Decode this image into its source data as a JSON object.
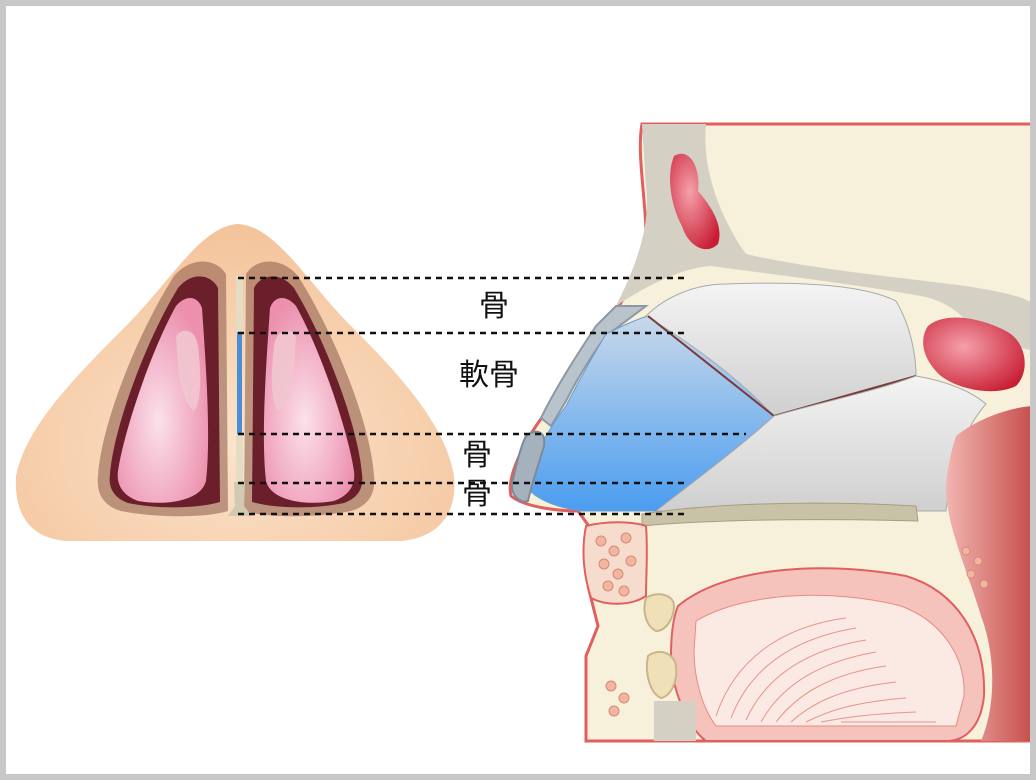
{
  "labels": {
    "bone_upper": "骨",
    "cartilage": "軟骨",
    "bone_mid": "骨",
    "bone_lower": "骨"
  },
  "colors": {
    "cartilage_blue": "#5aa8ee",
    "bone_gray": "#d9d9d9",
    "outline_red": "#e06060",
    "skin": "#f6c9a0",
    "nostril_pink": "#f3a6bf"
  }
}
